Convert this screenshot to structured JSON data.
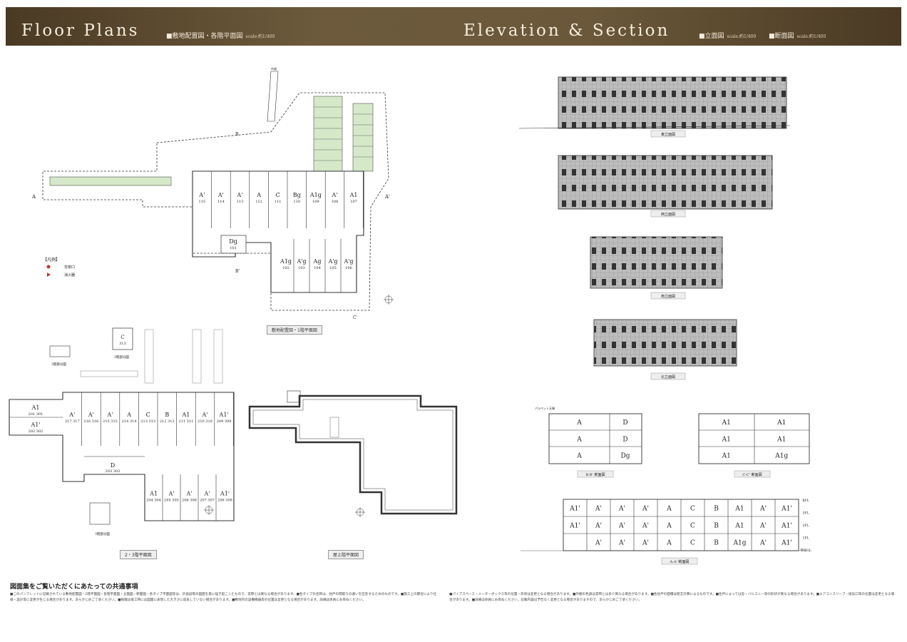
{
  "header": {
    "floor_title": "Floor Plans",
    "floor_sub": "■敷地配置図・各階平面図",
    "floor_scale": "scale:約1/400",
    "elev_title": "Elevation & Section",
    "elev_sub": "■立面図",
    "elev_scale": "scale:約1/400",
    "sect_sub": "■断面図",
    "sect_scale": "scale:約1/400"
  },
  "site": {
    "caption": "敷地配置図・1階平面図",
    "road_top": "市道",
    "label_a": "A",
    "label_a2": "A'",
    "label_b": "B",
    "label_b2": "B'",
    "label_c2": "C'",
    "legend_title": "【凡例】",
    "legend1": "非常口",
    "legend2": "消火器",
    "units_top": [
      {
        "type": "A'",
        "num": "115"
      },
      {
        "type": "A'",
        "num": "114"
      },
      {
        "type": "A'",
        "num": "113"
      },
      {
        "type": "A",
        "num": "112"
      },
      {
        "type": "C",
        "num": "111"
      },
      {
        "type": "Bg",
        "num": "110"
      },
      {
        "type": "A1g",
        "num": "109"
      },
      {
        "type": "A'",
        "num": "108"
      },
      {
        "type": "A1",
        "num": "107"
      }
    ],
    "units_bottom": [
      {
        "type": "A1g",
        "num": "102"
      },
      {
        "type": "A'g",
        "num": "103"
      },
      {
        "type": "Ag",
        "num": "104"
      },
      {
        "type": "A'g",
        "num": "105"
      },
      {
        "type": "A'g",
        "num": "106"
      }
    ],
    "dg_type": "Dg",
    "dg_num": "101"
  },
  "upper": {
    "caption": "2・3階平面図",
    "c_type": "C",
    "c_num": "313",
    "floor3_label": "3階部分図",
    "floor3_label2": "3階部分図",
    "floor3_label3": "3階部分図",
    "a1_type": "A1",
    "a1_num": "201 301",
    "a1b_type": "A1'",
    "a1b_num": "202 302",
    "d_type": "D",
    "d_num": "203 303",
    "units_top": [
      {
        "type": "A'",
        "num": "217 317"
      },
      {
        "type": "A'",
        "num": "216 316"
      },
      {
        "type": "A'",
        "num": "215 315"
      },
      {
        "type": "A",
        "num": "214 314"
      },
      {
        "type": "C",
        "num": "213 313"
      },
      {
        "type": "B",
        "num": "212 312"
      },
      {
        "type": "A1",
        "num": "211 311"
      },
      {
        "type": "A'",
        "num": "210 310"
      },
      {
        "type": "A1'",
        "num": "209 309"
      }
    ],
    "units_bottom": [
      {
        "type": "A1",
        "num": "204 304"
      },
      {
        "type": "A'",
        "num": "205 305"
      },
      {
        "type": "A'",
        "num": "206 306"
      },
      {
        "type": "A'",
        "num": "207 307"
      },
      {
        "type": "A1'",
        "num": "208 308"
      }
    ]
  },
  "roof": {
    "caption": "屋上階平面図"
  },
  "elevations": {
    "east": "東立面図",
    "west": "西立面図",
    "south": "南立面図",
    "north": "北立面図"
  },
  "sections": {
    "bb_caption": "B-B' 断面図",
    "cc_caption": "C-C' 断面図",
    "aa_caption": "A-A' 断面図",
    "bb_rows": [
      [
        "A",
        "D"
      ],
      [
        "A",
        "D"
      ],
      [
        "A",
        "Dg"
      ]
    ],
    "cc_rows": [
      [
        "A1",
        "A1"
      ],
      [
        "A1",
        "A1"
      ],
      [
        "A1",
        "A1g"
      ]
    ],
    "aa_rows": [
      [
        "A1'",
        "A'",
        "A'",
        "A'",
        "A",
        "C",
        "B",
        "A1",
        "A'",
        "A1'"
      ],
      [
        "A1'",
        "A'",
        "A'",
        "A'",
        "A",
        "C",
        "B",
        "A1",
        "A'",
        "A1'"
      ],
      [
        "",
        "A'",
        "A'",
        "A'",
        "A",
        "C",
        "B",
        "A1g",
        "A'",
        "A1'"
      ]
    ],
    "levels": [
      "RFL",
      "3FL",
      "2FL",
      "1FL",
      "平均GL"
    ],
    "parapet": "パラペット天端"
  },
  "notes": {
    "title": "図面集をご覧いただくにあたっての共通事項",
    "col1": "■このパンフレットに記載されている敷地配置図・1階平面図・各階平面図・立面図・断面図・各タイプ平面図等は、計画段階の図面を基に描き起こしたもので、実際とは異なる場合があります。■各タイプの名称は、住戸の間取りの違いを区別するためのものです。■施工上の都合により仕様・設計等に変更が生じる場合があります。あらかじめご了承ください。■植栽は竣工時には図面に表現した大きさに成長していない場合があります。■敷地内の設備機器等の位置は変更となる場合があります。詳細は係員にお尋ねください。",
    "col2": "■パイプスペース・メーターボックス等の位置・形状は変更となる場合があります。■外観の色調は実際とは多少異なる場合があります。■各住戸の面積は壁芯計算によるものです。■住戸によっては窓・バルコニー等の形状が異なる場合があります。■エアコンスリーブ・換気口等の位置は変更となる場合があります。■詳細は係員にお尋ねください。記載内容は予告なく変更となる場合がありますので、あらかじめご了承ください。"
  }
}
